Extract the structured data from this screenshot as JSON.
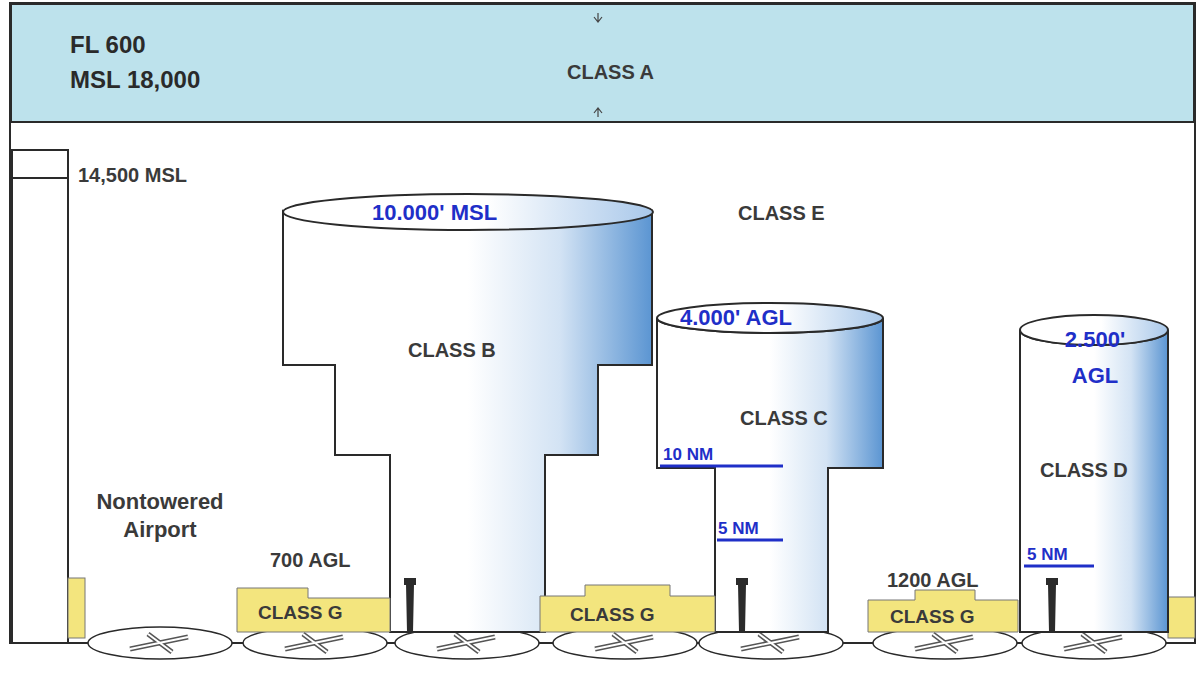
{
  "diagram": {
    "nodes": [
      {
        "text": [
          "FL 600",
          "MSL 18,000",
          "CLASS A"
        ]
      },
      {
        "text": [
          "CLASS E"
        ]
      },
      {
        "text": [
          "10.000' MSL",
          "CLASS B"
        ],
        "in": 1
      },
      {
        "text": [
          "4.000' AGL",
          "CLASS C",
          "10 NM",
          "5 NM"
        ],
        "in": 1
      },
      {
        "text": [
          "2.500' AGL",
          "CLASS D",
          "5 NM"
        ],
        "in": 1
      },
      {
        "text": [
          "CLASS G"
        ],
        "in": 1
      },
      {
        "text": [
          "CLASS G"
        ],
        "in": 1
      },
      {
        "text": [
          "CLASS G"
        ],
        "in": 1
      }
    ],
    "labels": [
      "14,500 MSL",
      "Nontowered Airport",
      "700 AGL",
      "1200 AGL"
    ]
  }
}
